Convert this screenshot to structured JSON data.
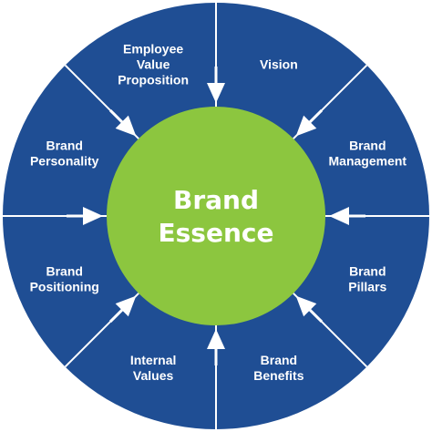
{
  "colors": {
    "outer_ring": "#1f4e94",
    "divider": "#ffffff",
    "center_fill": "#8cc63f",
    "text": "#ffffff"
  },
  "center": {
    "lines": [
      "Brand",
      "Essence"
    ]
  },
  "segments": [
    {
      "lines": [
        "Vision"
      ]
    },
    {
      "lines": [
        "Brand",
        "Management"
      ]
    },
    {
      "lines": [
        "Brand",
        "Pillars"
      ]
    },
    {
      "lines": [
        "Brand",
        "Benefits"
      ]
    },
    {
      "lines": [
        "Internal",
        "Values"
      ]
    },
    {
      "lines": [
        "Brand",
        "Positioning"
      ]
    },
    {
      "lines": [
        "Brand",
        "Personality"
      ]
    },
    {
      "lines": [
        "Employee",
        "Value",
        "Proposition"
      ]
    }
  ],
  "arrow_icon": "arrow-pointing-inward"
}
